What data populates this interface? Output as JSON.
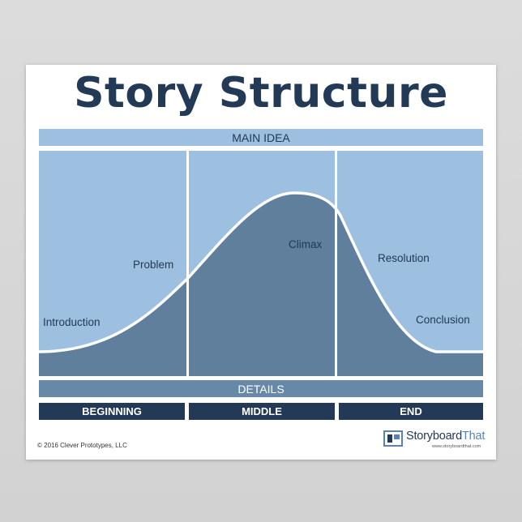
{
  "title": "Story Structure",
  "main_idea": "MAIN IDEA",
  "details": "DETAILS",
  "sections": {
    "beginning": "BEGINNING",
    "middle": "MIDDLE",
    "end": "END"
  },
  "curve_labels": {
    "introduction": "Introduction",
    "problem": "Problem",
    "climax": "Climax",
    "resolution": "Resolution",
    "conclusion": "Conclusion"
  },
  "copyright": "© 2016 Clever Prototypes, LLC",
  "logo": {
    "name_part1": "Storyboard",
    "name_part2": "That",
    "url": "www.storyboardthat.com"
  },
  "colors": {
    "navy": "#233a57",
    "light_blue": "#9dbfe0",
    "mid_blue": "#6788a6",
    "curve_fill": "#5f7f9c"
  }
}
